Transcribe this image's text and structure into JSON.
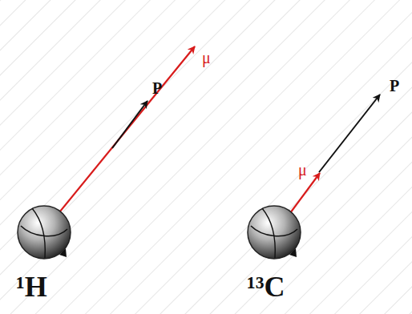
{
  "diagram": {
    "labels": [
      "μ",
      "P",
      "μ",
      "P",
      "¹H",
      "¹³C"
    ]
  }
}
